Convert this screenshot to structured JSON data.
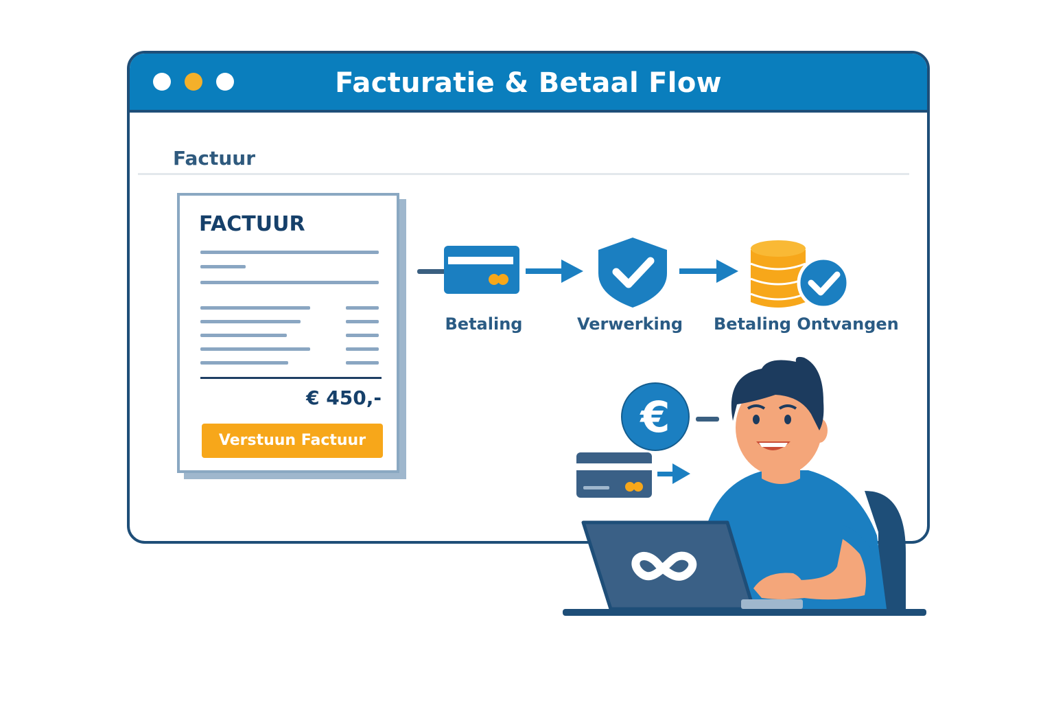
{
  "window": {
    "title": "Facturatie & Betaal Flow",
    "dots": [
      "#ffffff",
      "#f4b02a",
      "#ffffff"
    ]
  },
  "section": {
    "title": "Factuur"
  },
  "invoice": {
    "heading": "FACTUUR",
    "total": "€ 450,-",
    "send_button": "Verstuun Factuur"
  },
  "flow": {
    "steps": [
      {
        "label": "Betaling",
        "icon": "credit-card-icon"
      },
      {
        "label": "Verwerking",
        "icon": "shield-check-icon"
      },
      {
        "label": "Betaling Ontvangen",
        "icon": "coins-check-icon"
      }
    ]
  },
  "illustration": {
    "euro_symbol": "€",
    "laptop_logo": "infinity-icon"
  },
  "colors": {
    "primary": "#0a7ebd",
    "dark": "#1e4e78",
    "accent": "#f7a71a",
    "text": "#16406a"
  }
}
